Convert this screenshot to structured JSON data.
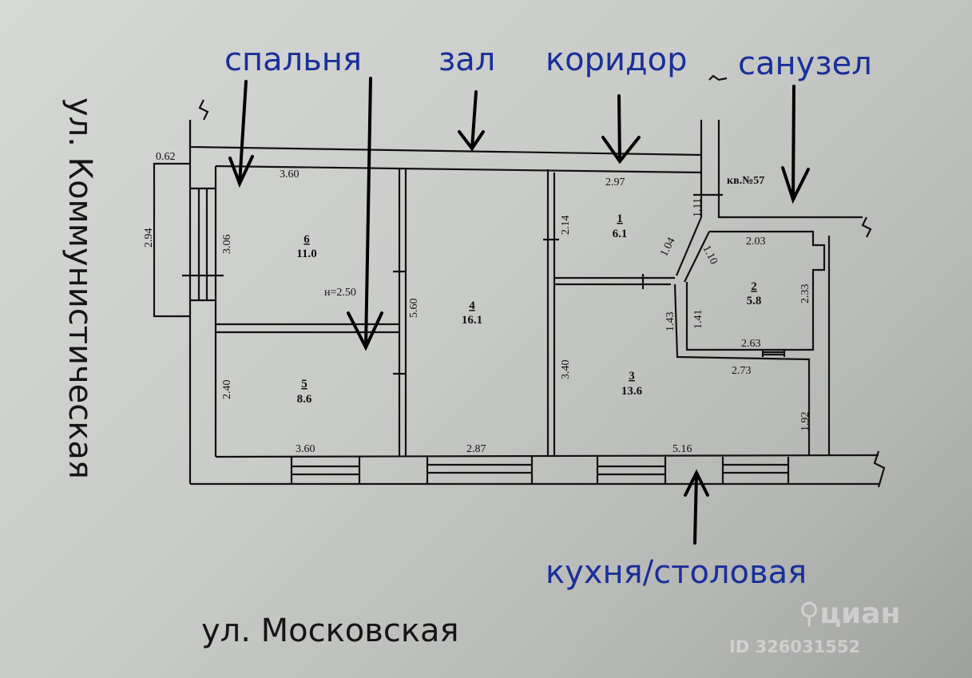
{
  "title_labels": {
    "bedroom": "спальня",
    "hall": "зал",
    "corridor": "коридор",
    "bathroom": "санузел",
    "kitchen": "кухня/столовая"
  },
  "streets": {
    "left": "ул. Коммунистическая",
    "bottom": "ул. Московская"
  },
  "apartment_label": "кв.№57",
  "ceiling_height": "н=2.50",
  "rooms": [
    {
      "number": "1",
      "area": "6.1"
    },
    {
      "number": "2",
      "area": "5.8"
    },
    {
      "number": "3",
      "area": "13.6"
    },
    {
      "number": "4",
      "area": "16.1"
    },
    {
      "number": "5",
      "area": "8.6"
    },
    {
      "number": "6",
      "area": "11.0"
    }
  ],
  "dimensions": {
    "balcony_width": "0.62",
    "balcony_length": "2.94",
    "room6_width": "3.60",
    "room6_depth": "3.06",
    "room5_depth": "2.40",
    "room5_width": "3.60",
    "room4_depth": "5.60",
    "room4_width": "2.87",
    "room1_width": "2.97",
    "room1_depth": "2.14",
    "corridor_wall": "1.11",
    "diag_a": "1.04",
    "diag_b": "1.10",
    "room2_width_top": "2.03",
    "room2_depth": "2.33",
    "room2_left": "1.41",
    "room2_width_bottom": "2.63",
    "room3_left_upper": "1.43",
    "room3_depth": "3.40",
    "room3_notch_width": "2.73",
    "room3_right": "1.92",
    "room3_width": "5.16"
  },
  "watermark": {
    "brand": "циан",
    "id": "ID 326031552"
  }
}
